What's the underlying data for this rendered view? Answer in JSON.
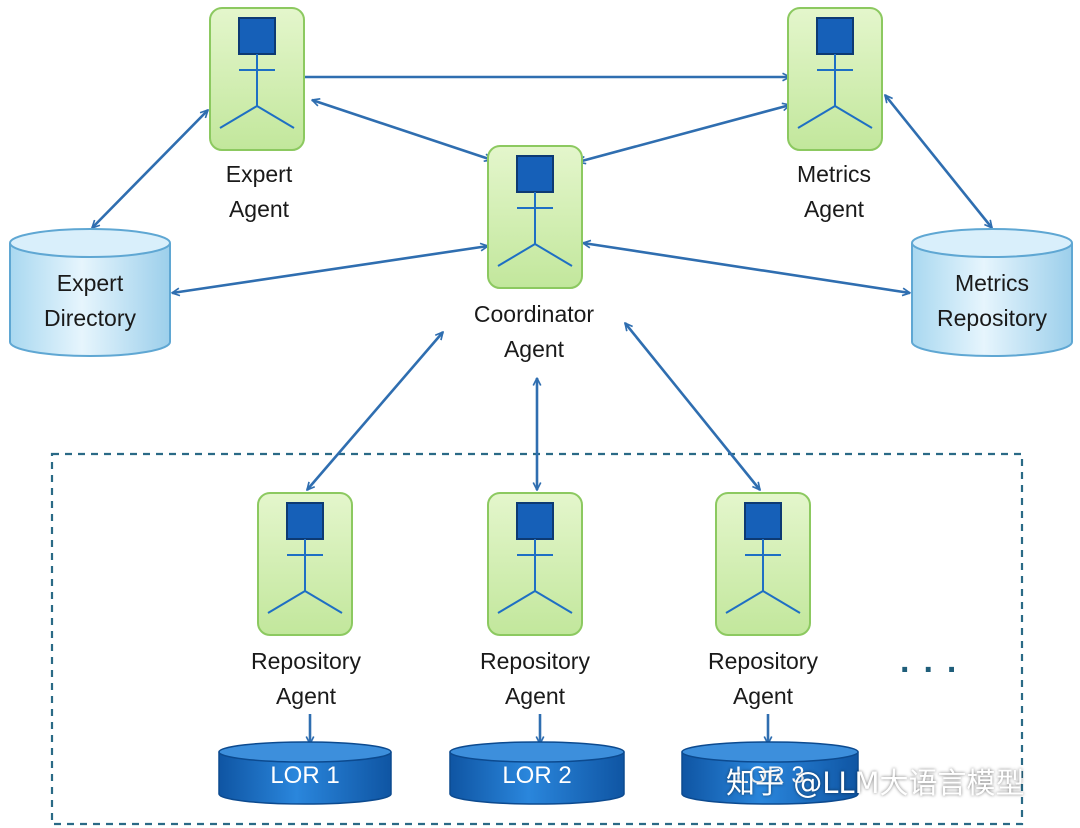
{
  "agents": {
    "expert": {
      "line1": "Expert",
      "line2": "Agent"
    },
    "metrics": {
      "line1": "Metrics",
      "line2": "Agent"
    },
    "coordinator": {
      "line1": "Coordinator",
      "line2": "Agent"
    },
    "repo1": {
      "line1": "Repository",
      "line2": "Agent"
    },
    "repo2": {
      "line1": "Repository",
      "line2": "Agent"
    },
    "repo3": {
      "line1": "Repository",
      "line2": "Agent"
    }
  },
  "stores": {
    "expert_directory": {
      "line1": "Expert",
      "line2": "Directory"
    },
    "metrics_repository": {
      "line1": "Metrics",
      "line2": "Repository"
    }
  },
  "lors": [
    "LOR 1",
    "LOR 2",
    "LOR 3"
  ],
  "ellipsis": "...",
  "watermark": "知乎 @LLM大语言模型",
  "colors": {
    "agent_fill": "#d5f0b4",
    "agent_stroke": "#8cc960",
    "head_fill": "#1660b8",
    "head_stroke": "#0d3a73",
    "stick": "#1e6fc4",
    "arrow": "#2f6eb0",
    "cylinder_fill": "#c9e7f7",
    "cylinder_stroke": "#5fa7d3",
    "lor_fill": "#1d70c8",
    "dashed_border": "#2a6a86"
  }
}
